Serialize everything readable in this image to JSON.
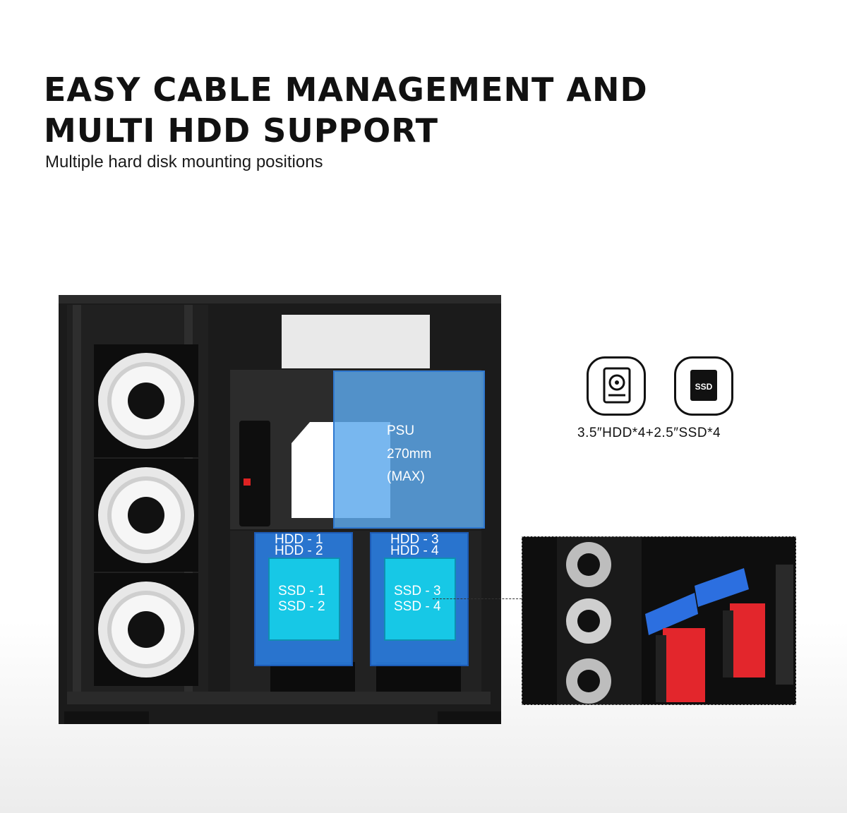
{
  "header": {
    "title_line1": "EASY CABLE MANAGEMENT AND",
    "title_line2": "MULTI HDD SUPPORT",
    "subtitle": "Multiple hard disk mounting positions"
  },
  "psu_area": {
    "label_line1": "PSU",
    "label_line2": "270mm",
    "label_line3": "(MAX)"
  },
  "drive_bays": {
    "left": {
      "hdd_line1": "HDD - 1",
      "hdd_line2": "HDD - 2",
      "ssd_line1": "SSD - 1",
      "ssd_line2": "SSD - 2"
    },
    "right": {
      "hdd_line1": "HDD - 3",
      "hdd_line2": "HDD - 4",
      "ssd_line1": "SSD - 3",
      "ssd_line2": "SSD - 4"
    }
  },
  "icons": {
    "hdd_icon": "hard-disk-icon",
    "ssd_icon_label": "SSD"
  },
  "spec_text": "3.5″HDD*4+2.5″SSD*4",
  "colors": {
    "psu_overlay": "#5aa7ec",
    "hdd_overlay": "#2a7fe6",
    "ssd_overlay": "#17c8e6",
    "drive_blue": "#2c6fe0",
    "drive_red": "#e3262c"
  }
}
